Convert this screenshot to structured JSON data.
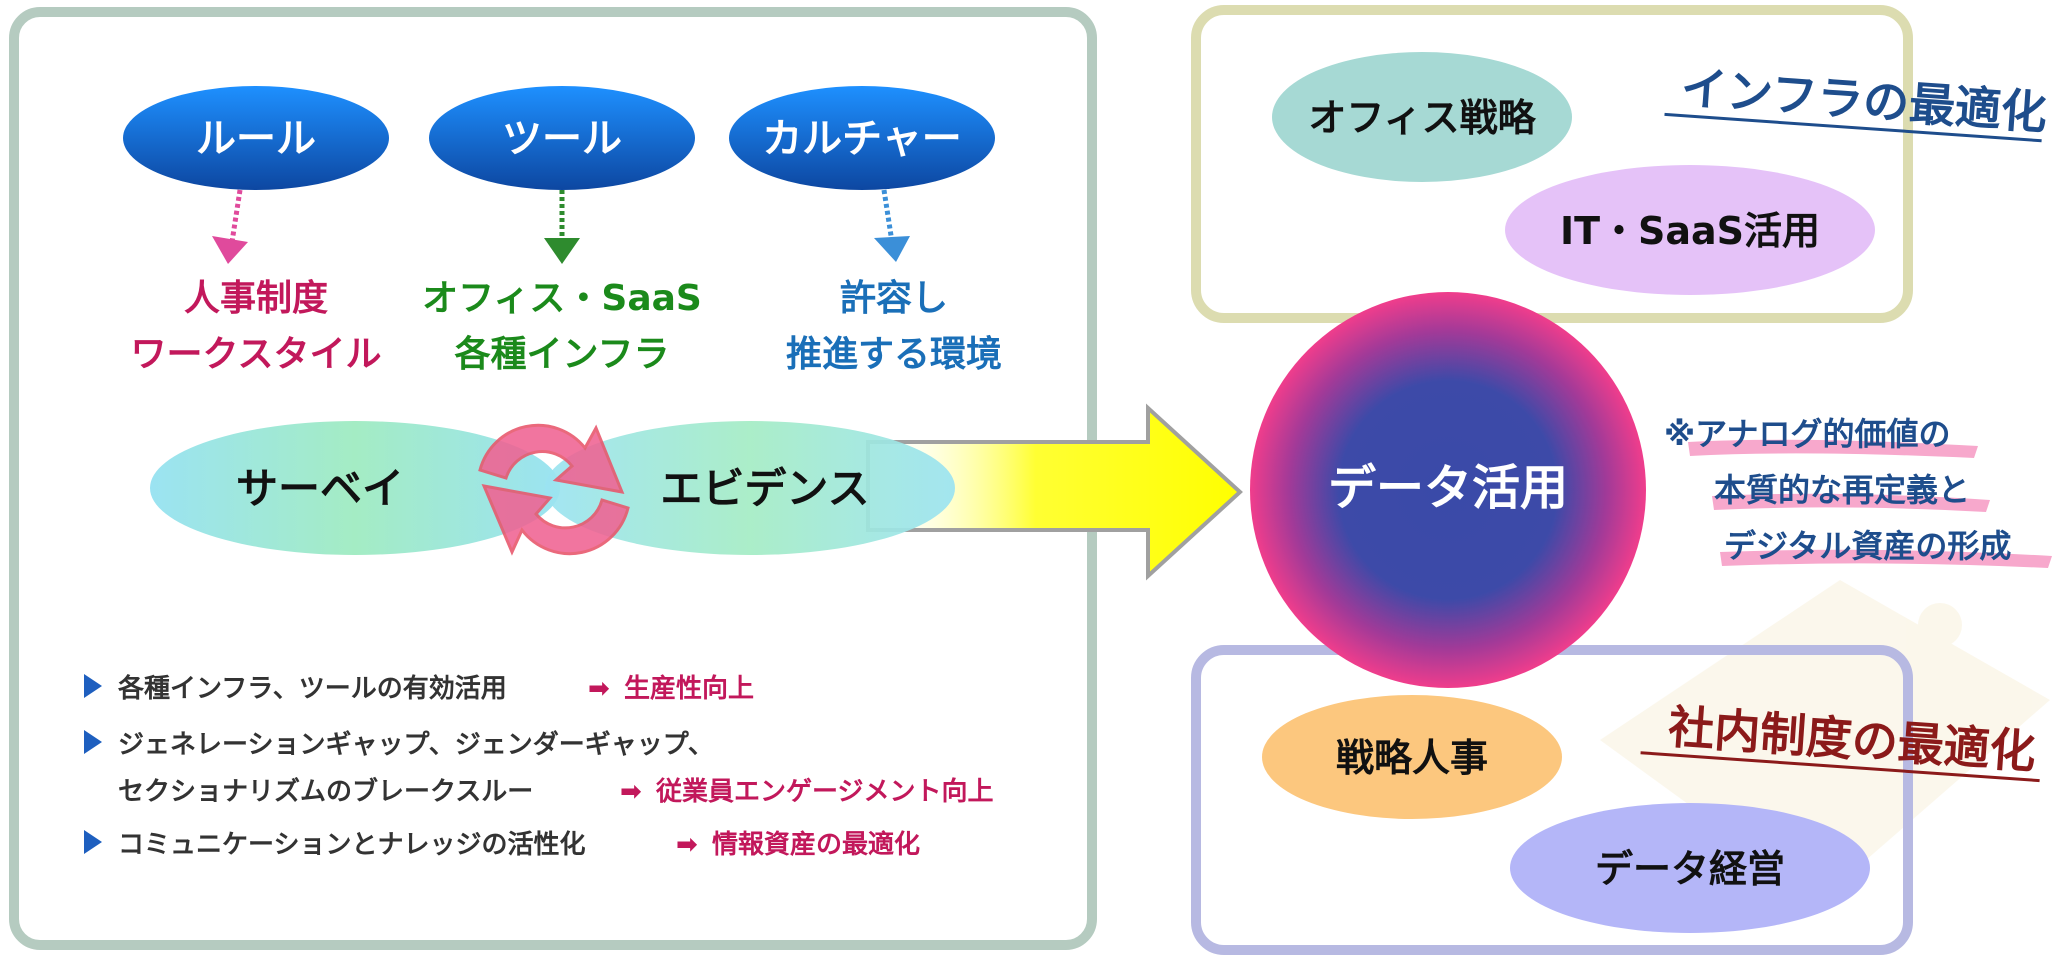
{
  "left_panel": {
    "ovals": [
      {
        "label": "ルール",
        "color": "#1565c0",
        "arrow_color": "#d63384",
        "targets": [
          "人事制度",
          "ワークスタイル"
        ],
        "target_color": "#c2185b"
      },
      {
        "label": "ツール",
        "color": "#1565c0",
        "arrow_color": "#2e8b2e",
        "targets": [
          "オフィス・SaaS",
          "各種インフラ"
        ],
        "target_color": "#1b8a1b"
      },
      {
        "label": "カルチャー",
        "color": "#1565c0",
        "arrow_color": "#3b8fd8",
        "targets": [
          "許容し",
          "推進する環境"
        ],
        "target_color": "#1a6fb8"
      }
    ],
    "cycle": {
      "left_label": "サーベイ",
      "right_label": "エビデンス",
      "cycle_color": "#f06292"
    },
    "bullets": [
      {
        "lines": [
          "各種インフラ、ツールの有効活用"
        ],
        "result": "生産性向上"
      },
      {
        "lines": [
          "ジェネレーションギャップ、ジェンダーギャップ、",
          "セクショナリズムのブレークスルー"
        ],
        "result": "従業員エンゲージメント向上"
      },
      {
        "lines": [
          "コミュニケーションとナレッジの活性化"
        ],
        "result": "情報資産の最適化"
      }
    ],
    "bullet_arrow": "➡",
    "border_color": "#b5cbc0"
  },
  "center": {
    "label": "データ活用",
    "inner_color": "#3a4aa8",
    "outer_color": "#f03d8c",
    "arrow_color": "#ffff00"
  },
  "top_right": {
    "title": "インフラの最適化",
    "title_color": "#1e4d8c",
    "border_color": "#dcdcb0",
    "ovals": [
      {
        "label": "オフィス戦略",
        "color": "#a6d9d4"
      },
      {
        "label": "IT・SaaS活用",
        "color": "#e5c2f8"
      }
    ]
  },
  "bottom_right": {
    "title": "社内制度の最適化",
    "title_color": "#8b1a1a",
    "border_color": "#b7b9e2",
    "ovals": [
      {
        "label": "戦略人事",
        "color": "#fcc77e"
      },
      {
        "label": "データ経営",
        "color": "#b4b6f8"
      }
    ]
  },
  "note": {
    "lines": [
      "※アナログ的価値の",
      "本質的な再定義と",
      "デジタル資産の形成"
    ],
    "color": "#1e4d8c",
    "highlight_color": "#f7a8cc"
  }
}
